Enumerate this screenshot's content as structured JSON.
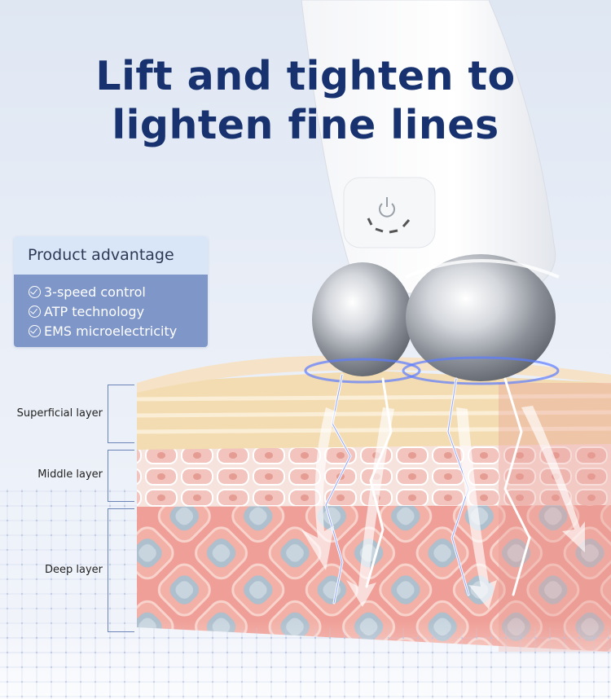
{
  "headline": {
    "line1": "Lift and tighten to",
    "line2": "lighten fine lines"
  },
  "advantage_card": {
    "title": "Product advantage",
    "items": [
      "3-speed control",
      "ATP technology",
      "EMS microelectricity"
    ],
    "icon": "check-circle-icon"
  },
  "skin_layers": [
    {
      "label": "Superficial layer"
    },
    {
      "label": "Middle layer"
    },
    {
      "label": "Deep layer"
    }
  ],
  "device": {
    "power_icon": "power-icon",
    "speed_indicator_segments": 4
  },
  "colors": {
    "headline": "#17326f",
    "card_header": "#d9e6f8",
    "card_body": "#7f96c9",
    "superficial": "#f3dcb2",
    "middle": "#f3cfc8",
    "deep": "#f1a8a0",
    "electric": "#5b7cff"
  }
}
